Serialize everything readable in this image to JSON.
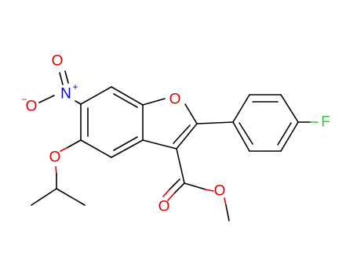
{
  "molecule": {
    "atoms": {
      "ring_oxygen": "O",
      "ester_carbonyl_oxygen": "O",
      "ester_methoxy_oxygen": "O",
      "ether_oxygen": "O",
      "nitro_nitrogen": "N",
      "nitro_nitrogen_charge": "+",
      "nitro_oxygen_top": "O",
      "nitro_oxygen_left": "O",
      "nitro_oxygen_charge": "−",
      "fluorine": "F"
    },
    "colors": {
      "carbon_bond": "#000000",
      "oxygen": "#e00000",
      "nitrogen": "#0000e0",
      "fluorine": "#33cc33",
      "background": "#ffffff"
    }
  }
}
